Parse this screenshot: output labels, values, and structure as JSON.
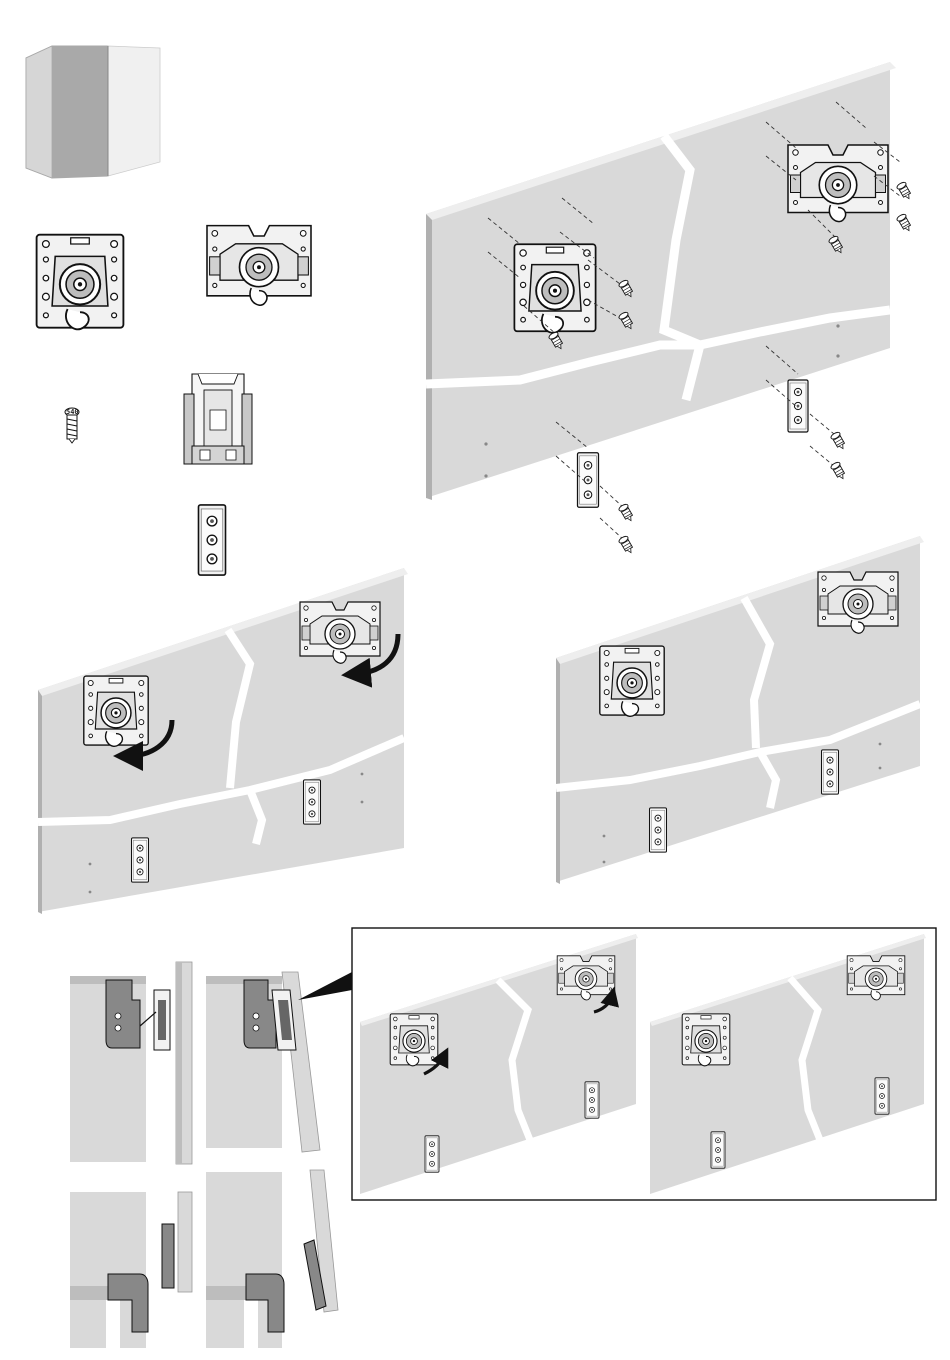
{
  "diagram": {
    "screw_label": "540",
    "colors": {
      "panel_face": "#d9d9d9",
      "panel_edge": "#9a9a9a",
      "panel_dark": "#a8a8a8",
      "hardware": "#f2f2f2",
      "stroke": "#111111",
      "inset_frame": "#111111",
      "background": "#ffffff"
    },
    "icons": {
      "wardrobe": "wardrobe-icon",
      "top_guide_left": "roller-guide-plate-icon",
      "top_guide_right": "roller-guide-plate-icon",
      "screw": "screw-icon",
      "bottom_guide_clip": "bottom-guide-clip-icon",
      "guide_plate": "guide-plate-icon",
      "rotation_arrow": "rotation-arrow-icon"
    },
    "steps": [
      {
        "name": "parts-overview"
      },
      {
        "name": "step-mount-fittings"
      },
      {
        "name": "step-rotate-rollers"
      },
      {
        "name": "step-rollers-rotated"
      },
      {
        "name": "step-side-section"
      },
      {
        "name": "step-inset-detail"
      }
    ]
  }
}
